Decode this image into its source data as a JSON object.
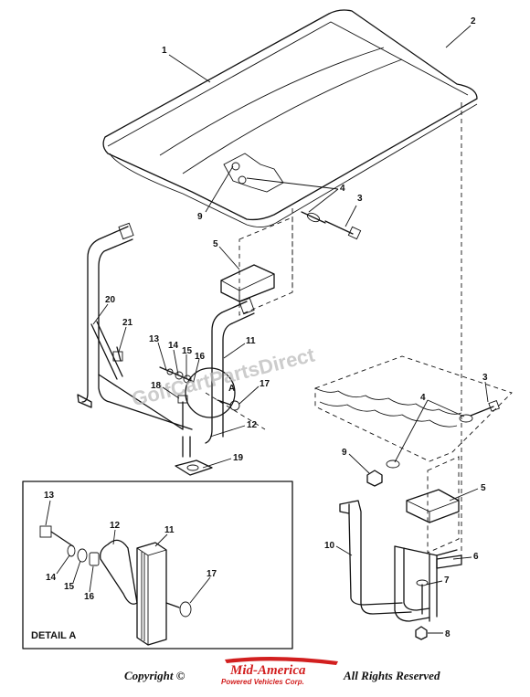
{
  "watermark": "GolfCartPartsDirect",
  "detail_title": "DETAIL A",
  "detail_marker": "A",
  "footer": {
    "copyright": "Copyright ©",
    "brand": "Mid-America",
    "brand_sub": "Powered Vehicles Corp.",
    "rights": "All Rights Reserved"
  },
  "colors": {
    "brand": "#d21f1f",
    "line": "#111111",
    "watermark": "#bbbbbb"
  },
  "callouts": {
    "n1": "1",
    "n2": "2",
    "n3a": "3",
    "n4a": "4",
    "n9a": "9",
    "n5a": "5",
    "n20": "20",
    "n21": "21",
    "n13": "13",
    "n14": "14",
    "n15": "15",
    "n16": "16",
    "n11": "11",
    "n17": "17",
    "n18": "18",
    "n12": "12",
    "n19": "19",
    "n3b": "3",
    "n4b": "4",
    "n9b": "9",
    "n5b": "5",
    "n10": "10",
    "n6": "6",
    "n7": "7",
    "n8": "8",
    "d13": "13",
    "d12": "12",
    "d11": "11",
    "d14": "14",
    "d15": "15",
    "d16": "16",
    "d17": "17"
  }
}
